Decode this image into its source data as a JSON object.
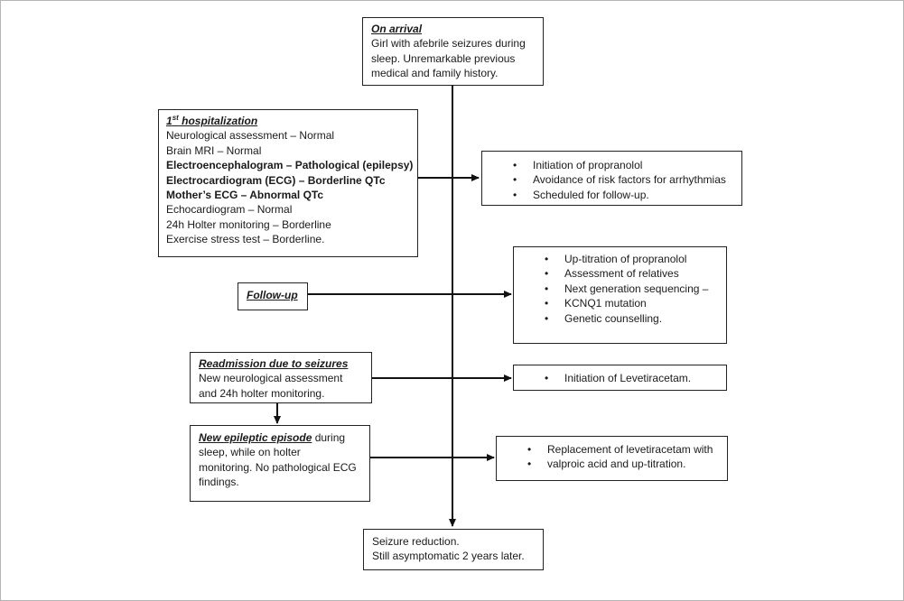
{
  "arrival": {
    "title": "On arrival",
    "lines": [
      "Girl with afebrile seizures during",
      "sleep. Unremarkable previous",
      "medical and family history."
    ]
  },
  "hospitalization": {
    "title_main": "1",
    "title_sup": "st",
    "title_rest": " hospitalization",
    "lines": [
      {
        "text": "Neurological assessment – Normal",
        "bold": false
      },
      {
        "text": "Brain MRI – Normal",
        "bold": false
      },
      {
        "text": "Electroencephalogram – Pathological (epilepsy)",
        "bold": true
      },
      {
        "text": "Electrocardiogram (ECG) – Borderline QTc",
        "bold": true
      },
      {
        "text": "Mother’s ECG – Abnormal QTc",
        "bold": true
      },
      {
        "text": "Echocardiogram – Normal",
        "bold": false
      },
      {
        "text": "24h Holter monitoring – Borderline",
        "bold": false
      },
      {
        "text": "Exercise stress test – Borderline.",
        "bold": false
      }
    ]
  },
  "actions1": {
    "items": [
      "Initiation of propranolol",
      "Avoidance of risk factors for arrhythmias",
      "Scheduled for follow-up."
    ]
  },
  "actions2": {
    "items": [
      "Up-titration of propranolol",
      "Assessment of relatives",
      "Next generation sequencing –",
      "Genetic counselling."
    ],
    "item3_cont": "KCNQ1 mutation"
  },
  "followup": {
    "title": "Follow-up"
  },
  "readmission": {
    "title": "Readmission due to seizures",
    "lines": [
      "New neurological assessment",
      "and 24h holter monitoring."
    ]
  },
  "actions3": {
    "items": [
      "Initiation of Levetiracetam."
    ]
  },
  "episode": {
    "title": "New epileptic episode",
    "title_after": " during",
    "lines": [
      "sleep, while on holter",
      "monitoring. No pathological ECG",
      "findings."
    ]
  },
  "actions4": {
    "items": [
      "Replacement of levetiracetam with"
    ],
    "item1_cont": "valproic acid and up-titration."
  },
  "outcome": {
    "lines": [
      "Seizure reduction.",
      "Still asymptomatic 2 years later."
    ]
  }
}
